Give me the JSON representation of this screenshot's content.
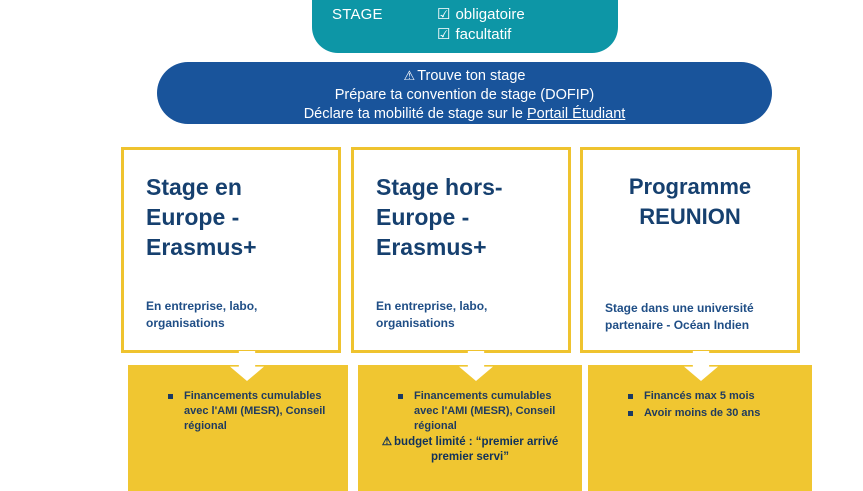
{
  "stage_box": {
    "label": "STAGE",
    "checkbox_glyph": "☑",
    "options": [
      "obligatoire",
      "facultatif"
    ],
    "color": "#0D96A6"
  },
  "banner": {
    "color": "#19549B",
    "warning_glyph": "⚠",
    "line1": "Trouve ton stage",
    "line2": "Prépare ta convention de stage (DOFIP)",
    "line3_prefix": "Déclare ta mobilité de stage sur le ",
    "line3_link": "Portail Étudiant"
  },
  "accent": {
    "yellow": "#F0C631",
    "border_yellow": "#EFC32E",
    "dark_blue": "#16406F"
  },
  "columns": [
    {
      "title": "Stage en Europe - Erasmus+",
      "subtitle": "En entreprise, labo, organisations",
      "bullets": [
        "Financements cumulables avec l'AMI (MESR), Conseil régional"
      ],
      "warning": null
    },
    {
      "title": "Stage hors-Europe - Erasmus+",
      "subtitle": "En entreprise, labo, organisations",
      "bullets": [
        "Financements cumulables avec l'AMI (MESR), Conseil régional"
      ],
      "warning": "budget limité : “premier arrivé premier servi”"
    },
    {
      "title": "Programme REUNION",
      "subtitle": "Stage dans une université partenaire  - Océan Indien",
      "bullets": [
        "Financés max 5 mois",
        "Avoir moins de 30 ans"
      ],
      "warning": null
    }
  ]
}
